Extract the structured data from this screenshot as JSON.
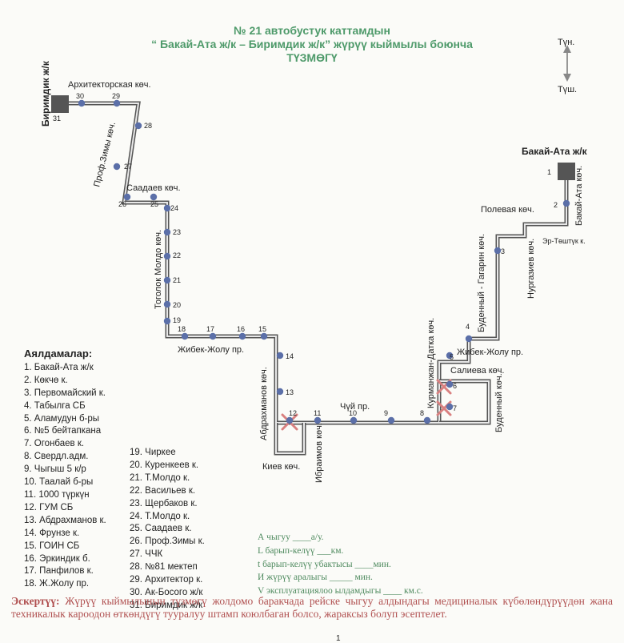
{
  "header": {
    "line1": "№ 21 автобустук каттамдын",
    "line2": "“ Бакай-Ата ж/к – Биримдик ж/к” жүрүү кыймылы боюнча",
    "line3": "ТҮЗМӨГҮ"
  },
  "compass": {
    "north": "Түн.",
    "south": "Түш."
  },
  "terminals": {
    "start": "Бакай-Ата ж/к",
    "end": "Биримдик ж/к"
  },
  "street_labels": {
    "arkhitektorskaya": "Архитекторская көч.",
    "prof_zimy": "Проф.Зимы көч.",
    "saadaev": "Саадаев көч.",
    "togolok_moldo": "Тоголок Молдо көч.",
    "zhibek_zholu_w": "Жибек-Жолу пр.",
    "abdrakhmanov": "Абдрахманов көч.",
    "kiev": "Киев көч.",
    "ibraimov": "Ибраимов көч.",
    "chuy": "Чүй пр.",
    "kurmanzhan": "Курманжан-Датка көч.",
    "zhibek_zholu_e": "Жибек-Жолу пр.",
    "salieva": "Салиева көч.",
    "budennyi": "Буденный көч.",
    "budennyi_gagarin": "Буденный - Гагарин көч.",
    "polevaya": "Полевая көч.",
    "nurgaziev": "Нургазиев көч.",
    "er_toshtuk": "Эр-Төштүк к.",
    "bakai_ata_st": "Бакай-Ата көч."
  },
  "stop_numbers": [
    "1",
    "2",
    "3",
    "4",
    "5",
    "6",
    "7",
    "8",
    "9",
    "10",
    "11",
    "12",
    "13",
    "14",
    "15",
    "16",
    "17",
    "18",
    "19",
    "20",
    "21",
    "22",
    "23",
    "24",
    "25",
    "26",
    "27",
    "28",
    "29",
    "30",
    "31"
  ],
  "legend": {
    "title": "Аялдамалар:",
    "stops": [
      "1. Бакай-Ата ж/к",
      "2. Көкчө к.",
      "3. Первомайский к.",
      "4. Табылга СБ",
      "5. Аламудун б-ры",
      "6. №5 бейтапкана",
      "7. Огонбаев к.",
      "8. Свердл.адм.",
      "9. Чыгыш 5 к/р",
      "10. Таалай б-ры",
      "11. 1000 түркүн",
      "12. ГУМ СБ",
      "13. Абдрахманов к.",
      "14. Фрунзе к.",
      "15. ГОИН СБ",
      "16. Эркиндик б.",
      "17. Панфилов к.",
      "18. Ж.Жолу пр.",
      "19. Чиркее",
      "20. Куренкеев к.",
      "21. Т.Молдо к.",
      "22. Васильев к.",
      "23. Щербаков к.",
      "24. Т.Молдо к.",
      "25. Саадаев к.",
      "26. Проф.Зимы к.",
      "27. ЧЧК",
      "28. №81 мектеп",
      "29. Архитектор к.",
      "30. Ак-Босого ж/к",
      "31. Биримдик ж/к"
    ]
  },
  "parameters": [
    "А чыгуу ____а/у.",
    "L барып-келүү ___км.",
    "t барып-келүү убактысы ____мин.",
    "И жүрүү аралыгы _____ мин.",
    "V эксплуатациялоо ылдамдыгы ____ км.с."
  ],
  "note": {
    "label": "Эскертүү:",
    "text": "Жүрүү кыймылынын түзмөгү жолдомо баракчада рейске чыгуу алдындагы медициналык күбөлөндүрүүдөн жана техникалык кароодон өткөндүгү тууралуу штамп коюлбаган болсо, жараксыз болуп эсептелет."
  },
  "page_number": "1",
  "colors": {
    "route": "#555555",
    "stop": "#5b6fa8",
    "title": "#4e9a6a",
    "note": "#b05050",
    "closed": "#d98080"
  }
}
